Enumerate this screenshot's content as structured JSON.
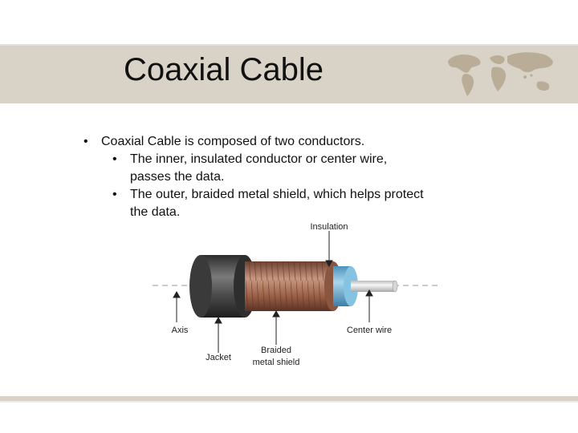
{
  "slide": {
    "title": "Coaxial Cable",
    "bullets": {
      "main": "Coaxial Cable is composed of two conductors.",
      "sub1_line1": "The inner,  insulated conductor or center wire,",
      "sub1_line2": "passes the data.",
      "sub2_line1": "The outer, braided metal shield, which helps protect",
      "sub2_line2": "the data."
    },
    "bullet_symbol": "•"
  },
  "diagram": {
    "labels": {
      "insulation": "Insulation",
      "axis": "Axis",
      "center_wire": "Center wire",
      "jacket": "Jacket",
      "braided_line1": "Braided",
      "braided_line2": "metal shield"
    },
    "colors": {
      "jacket": "#4a4a4a",
      "braid": "#a0684e",
      "insulation": "#6fb1d4",
      "wire": "#e6e6e6",
      "band": "#d9d3c7"
    }
  }
}
